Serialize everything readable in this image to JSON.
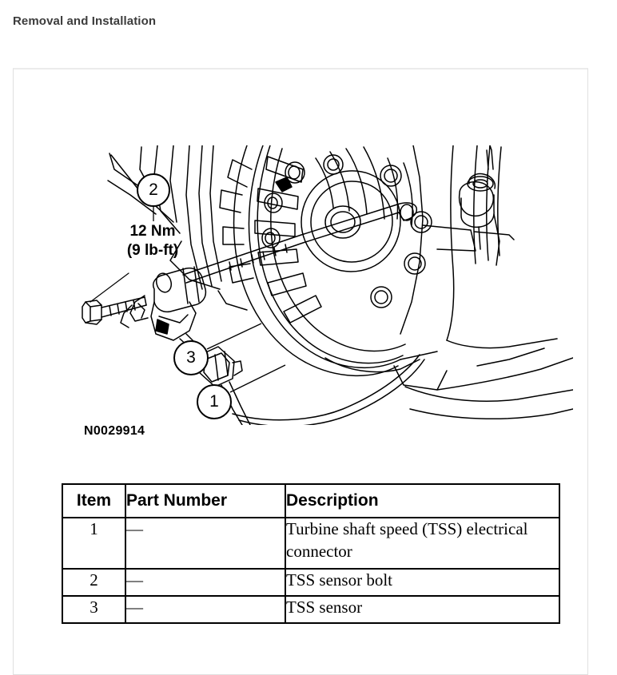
{
  "page": {
    "title": "Removal and Installation"
  },
  "figure": {
    "id_label": "N0029914",
    "callouts": [
      {
        "number": "2",
        "name": "callout-2"
      },
      {
        "number": "3",
        "name": "callout-3"
      },
      {
        "number": "1",
        "name": "callout-1"
      }
    ],
    "torque_spec": {
      "metric": "12 Nm",
      "imperial": "(9 lb-ft)"
    }
  },
  "table": {
    "headers": [
      "Item",
      "Part Number",
      "Description"
    ],
    "rows": [
      {
        "item": "1",
        "part_number": "—",
        "description": "Turbine shaft speed (TSS) electrical connector"
      },
      {
        "item": "2",
        "part_number": "—",
        "description": "TSS sensor bolt"
      },
      {
        "item": "3",
        "part_number": "—",
        "description": "TSS sensor"
      }
    ]
  },
  "colors": {
    "title_text": "#3c3c3c",
    "card_border": "#e0e0e0",
    "line_art": "#000000",
    "page_background": "#ffffff"
  }
}
